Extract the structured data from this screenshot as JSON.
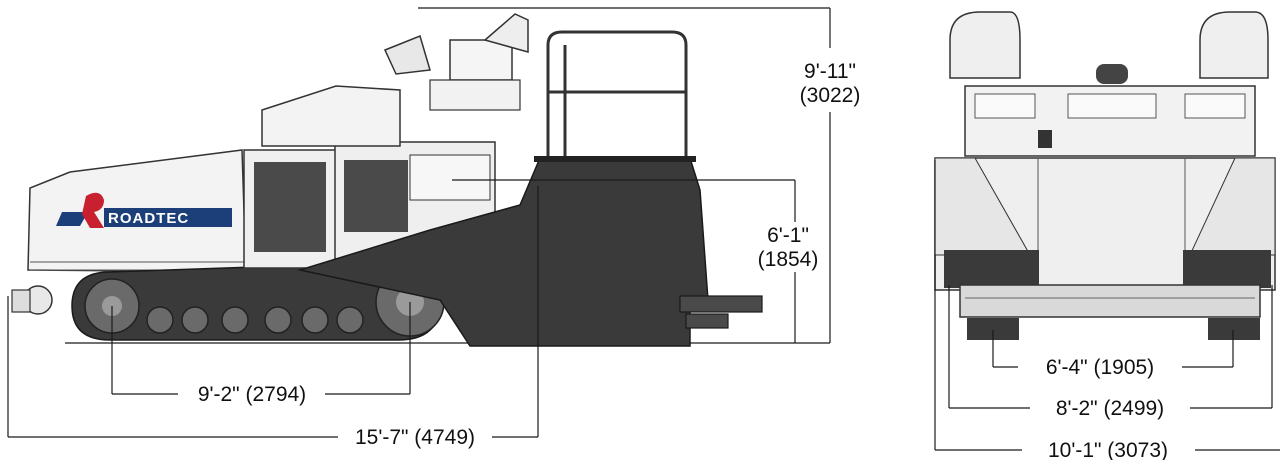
{
  "brand": {
    "logo_text": "ROADTEC"
  },
  "side_view": {
    "overall_height": {
      "imperial": "9'-11\"",
      "metric": "(3022)"
    },
    "deck_height": {
      "imperial": "6'-1\"",
      "metric": "(1854)"
    },
    "track_length": "9'-2\" (2794)",
    "overall_length": "15'-7\" (4749)"
  },
  "rear_view": {
    "track_gauge": "6'-4\" (1905)",
    "body_width": "8'-2\" (2499)",
    "overall_width": "10'-1\" (3073)"
  },
  "colors": {
    "body": "#f2f2f2",
    "dark": "#3a3a3a",
    "line": "#1a1a1a",
    "brand_red": "#c8202f",
    "brand_blue": "#1c3f7a"
  }
}
